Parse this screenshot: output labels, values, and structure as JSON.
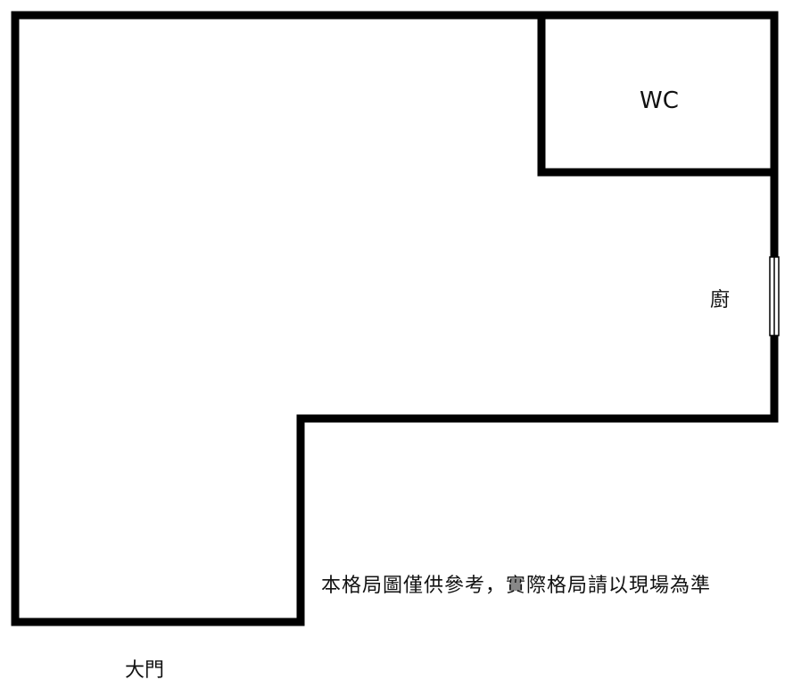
{
  "floorplan": {
    "rooms": {
      "wc": "WC",
      "kitchen": "廚"
    },
    "entrance": "大門",
    "disclaimer": "本格局圖僅供參考，實際格局請以現場為準"
  },
  "colors": {
    "wall": "#000000",
    "background": "#ffffff",
    "text": "#111111"
  }
}
